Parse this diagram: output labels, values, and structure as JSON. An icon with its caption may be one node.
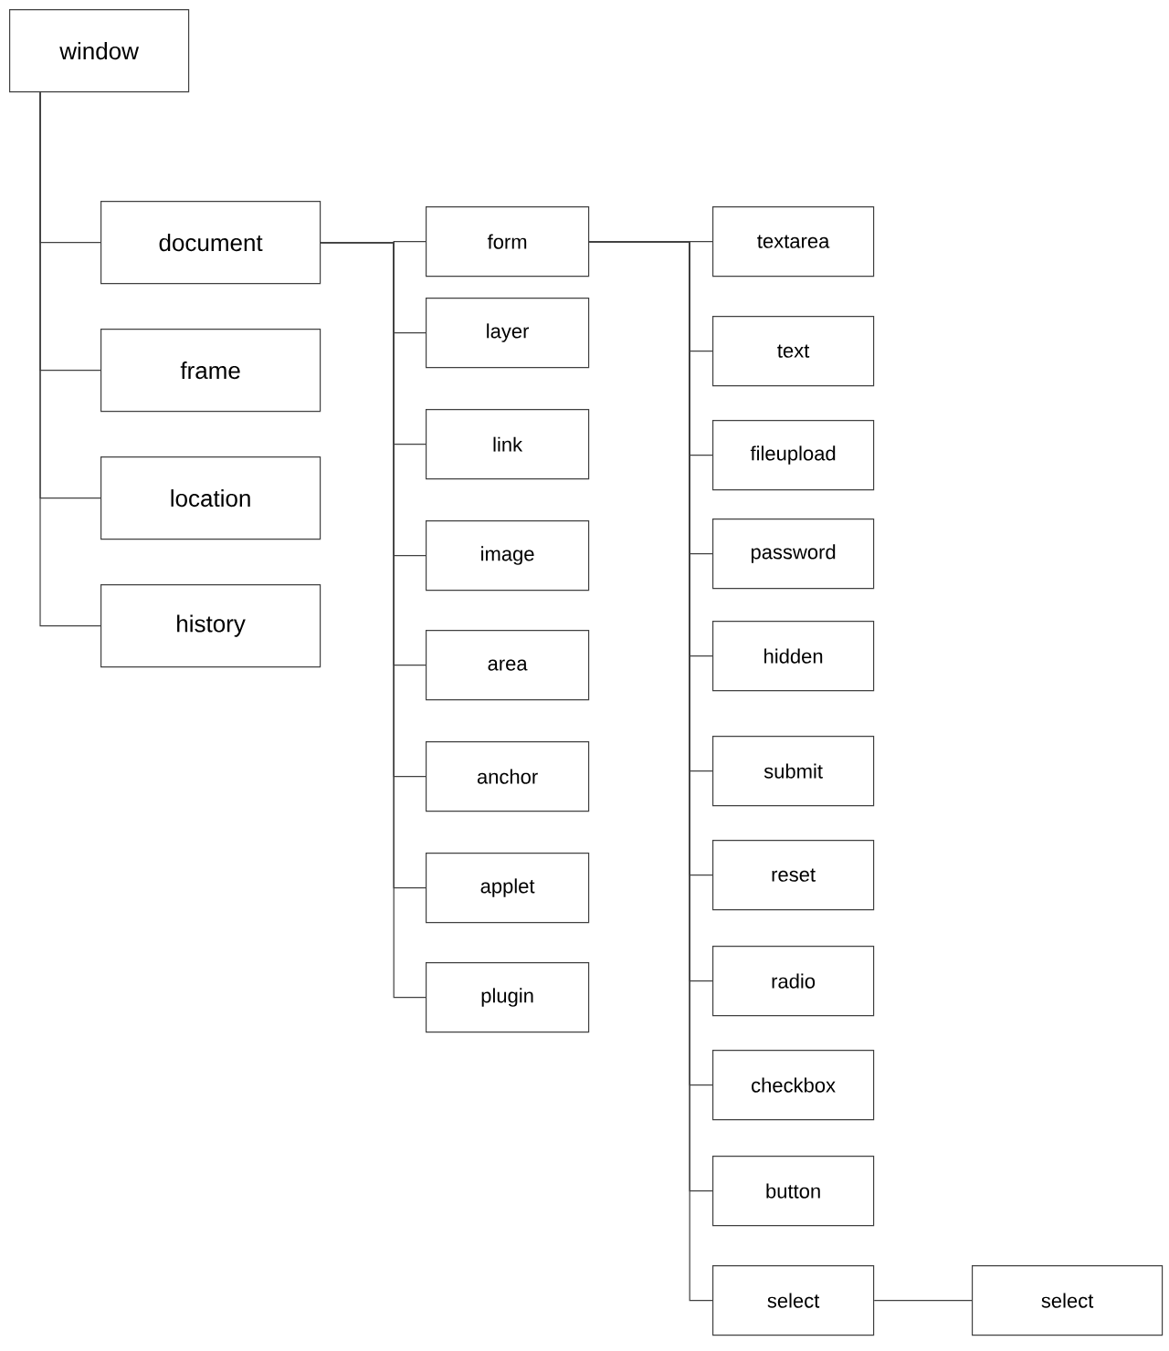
{
  "diagram": {
    "nodes": [
      {
        "text": [
          "window"
        ]
      },
      {
        "text": [
          "document"
        ]
      },
      {
        "text": [
          "frame"
        ]
      },
      {
        "text": [
          "location"
        ]
      },
      {
        "text": [
          "history"
        ]
      },
      {
        "text": [
          "form"
        ]
      },
      {
        "text": [
          "layer"
        ]
      },
      {
        "text": [
          "link"
        ]
      },
      {
        "text": [
          "image"
        ]
      },
      {
        "text": [
          "area"
        ]
      },
      {
        "text": [
          "anchor"
        ]
      },
      {
        "text": [
          "applet"
        ]
      },
      {
        "text": [
          "plugin"
        ]
      },
      {
        "text": [
          "textarea"
        ]
      },
      {
        "text": [
          "text"
        ]
      },
      {
        "text": [
          "fileupload"
        ]
      },
      {
        "text": [
          "password"
        ]
      },
      {
        "text": [
          "hidden"
        ]
      },
      {
        "text": [
          "submit"
        ]
      },
      {
        "text": [
          "reset"
        ]
      },
      {
        "text": [
          "radio"
        ]
      },
      {
        "text": [
          "checkbox"
        ]
      },
      {
        "text": [
          "button"
        ]
      },
      {
        "text": [
          "select"
        ]
      },
      {
        "text": [
          "select"
        ]
      }
    ],
    "edges": [
      {
        "from": 0,
        "to": 1,
        "arrow": "none"
      },
      {
        "from": 0,
        "to": 2,
        "arrow": "none"
      },
      {
        "from": 0,
        "to": 3,
        "arrow": "none"
      },
      {
        "from": 0,
        "to": 4,
        "arrow": "none"
      },
      {
        "from": 1,
        "to": 5,
        "arrow": "none"
      },
      {
        "from": 1,
        "to": 6,
        "arrow": "none"
      },
      {
        "from": 1,
        "to": 7,
        "arrow": "none"
      },
      {
        "from": 1,
        "to": 8,
        "arrow": "none"
      },
      {
        "from": 1,
        "to": 9,
        "arrow": "none"
      },
      {
        "from": 1,
        "to": 10,
        "arrow": "none"
      },
      {
        "from": 1,
        "to": 11,
        "arrow": "none"
      },
      {
        "from": 1,
        "to": 12,
        "arrow": "none"
      },
      {
        "from": 5,
        "to": 13,
        "arrow": "none"
      },
      {
        "from": 5,
        "to": 14,
        "arrow": "none"
      },
      {
        "from": 5,
        "to": 15,
        "arrow": "none"
      },
      {
        "from": 5,
        "to": 16,
        "arrow": "none"
      },
      {
        "from": 5,
        "to": 17,
        "arrow": "none"
      },
      {
        "from": 5,
        "to": 18,
        "arrow": "none"
      },
      {
        "from": 5,
        "to": 19,
        "arrow": "none"
      },
      {
        "from": 5,
        "to": 20,
        "arrow": "none"
      },
      {
        "from": 5,
        "to": 21,
        "arrow": "none"
      },
      {
        "from": 5,
        "to": 22,
        "arrow": "none"
      },
      {
        "from": 5,
        "to": 23,
        "arrow": "none"
      },
      {
        "from": 23,
        "to": 24,
        "arrow": "none"
      }
    ]
  }
}
